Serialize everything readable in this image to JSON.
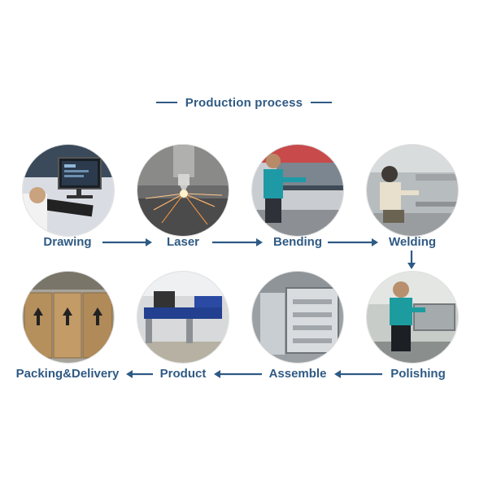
{
  "title": "Production process",
  "steps": [
    {
      "label": "Drawing"
    },
    {
      "label": "Laser"
    },
    {
      "label": "Bending"
    },
    {
      "label": "Welding"
    },
    {
      "label": "Polishing"
    },
    {
      "label": "Assemble"
    },
    {
      "label": "Product"
    },
    {
      "label": "Packing&Delivery"
    }
  ],
  "colors": {
    "accent": "#2f5a84"
  }
}
